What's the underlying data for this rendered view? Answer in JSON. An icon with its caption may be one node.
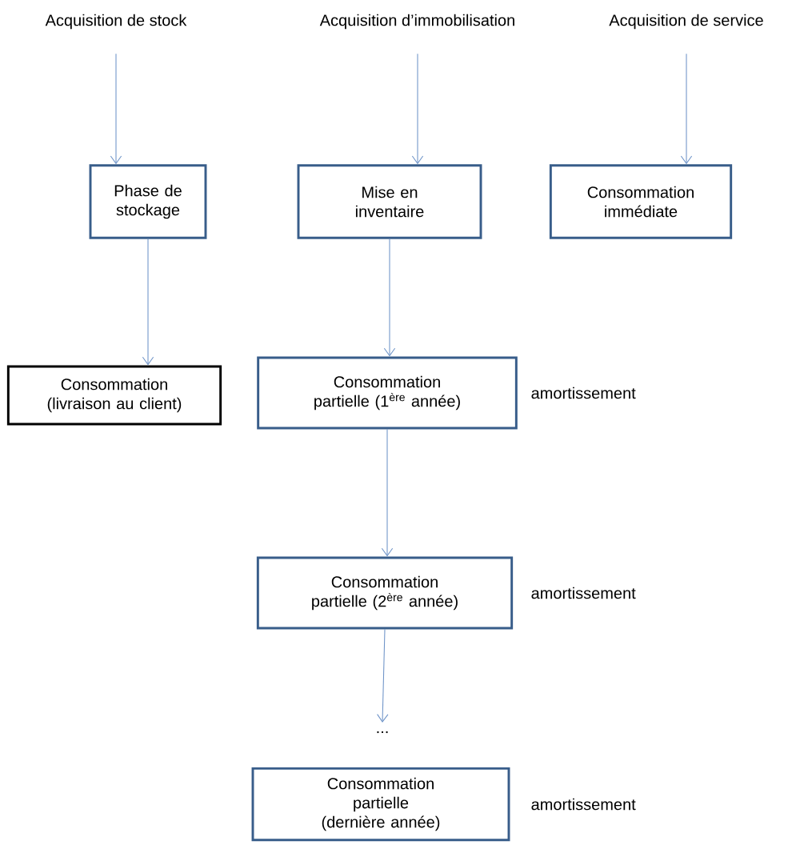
{
  "diagram": {
    "nodes": [
      {
        "text": [
          "Acquisition de stock"
        ]
      },
      {
        "text": [
          "Acquisition d’immobilisation"
        ]
      },
      {
        "text": [
          "Acquisition de service"
        ]
      },
      {
        "text": [
          "Phase de stockage"
        ]
      },
      {
        "text": [
          "Mise en inventaire"
        ]
      },
      {
        "text": [
          "Consommation immédiate"
        ]
      },
      {
        "text": [
          "Consommation (livraison au client)"
        ]
      },
      {
        "text": [
          "Consommation partielle (1$^{ère}$ année)"
        ],
        "beside": [
          "amortissement"
        ]
      },
      {
        "text": [
          "Consommation partielle (2$^{ère}$ année)"
        ],
        "beside": [
          "amortissement"
        ]
      },
      {
        "text": [
          "..."
        ]
      },
      {
        "text": [
          "Consommation partielle (dernière année)"
        ],
        "beside": [
          "amortissement"
        ]
      }
    ],
    "edges": [
      {
        "from": 0,
        "to": 3,
        "arrow": "to"
      },
      {
        "from": 1,
        "to": 4,
        "arrow": "to"
      },
      {
        "from": 2,
        "to": 5,
        "arrow": "to"
      },
      {
        "from": 3,
        "to": 6,
        "arrow": "to"
      },
      {
        "from": 4,
        "to": 7,
        "arrow": "to"
      },
      {
        "from": 7,
        "to": 8,
        "arrow": "to"
      },
      {
        "from": 8,
        "to": 9,
        "arrow": "to"
      }
    ]
  }
}
